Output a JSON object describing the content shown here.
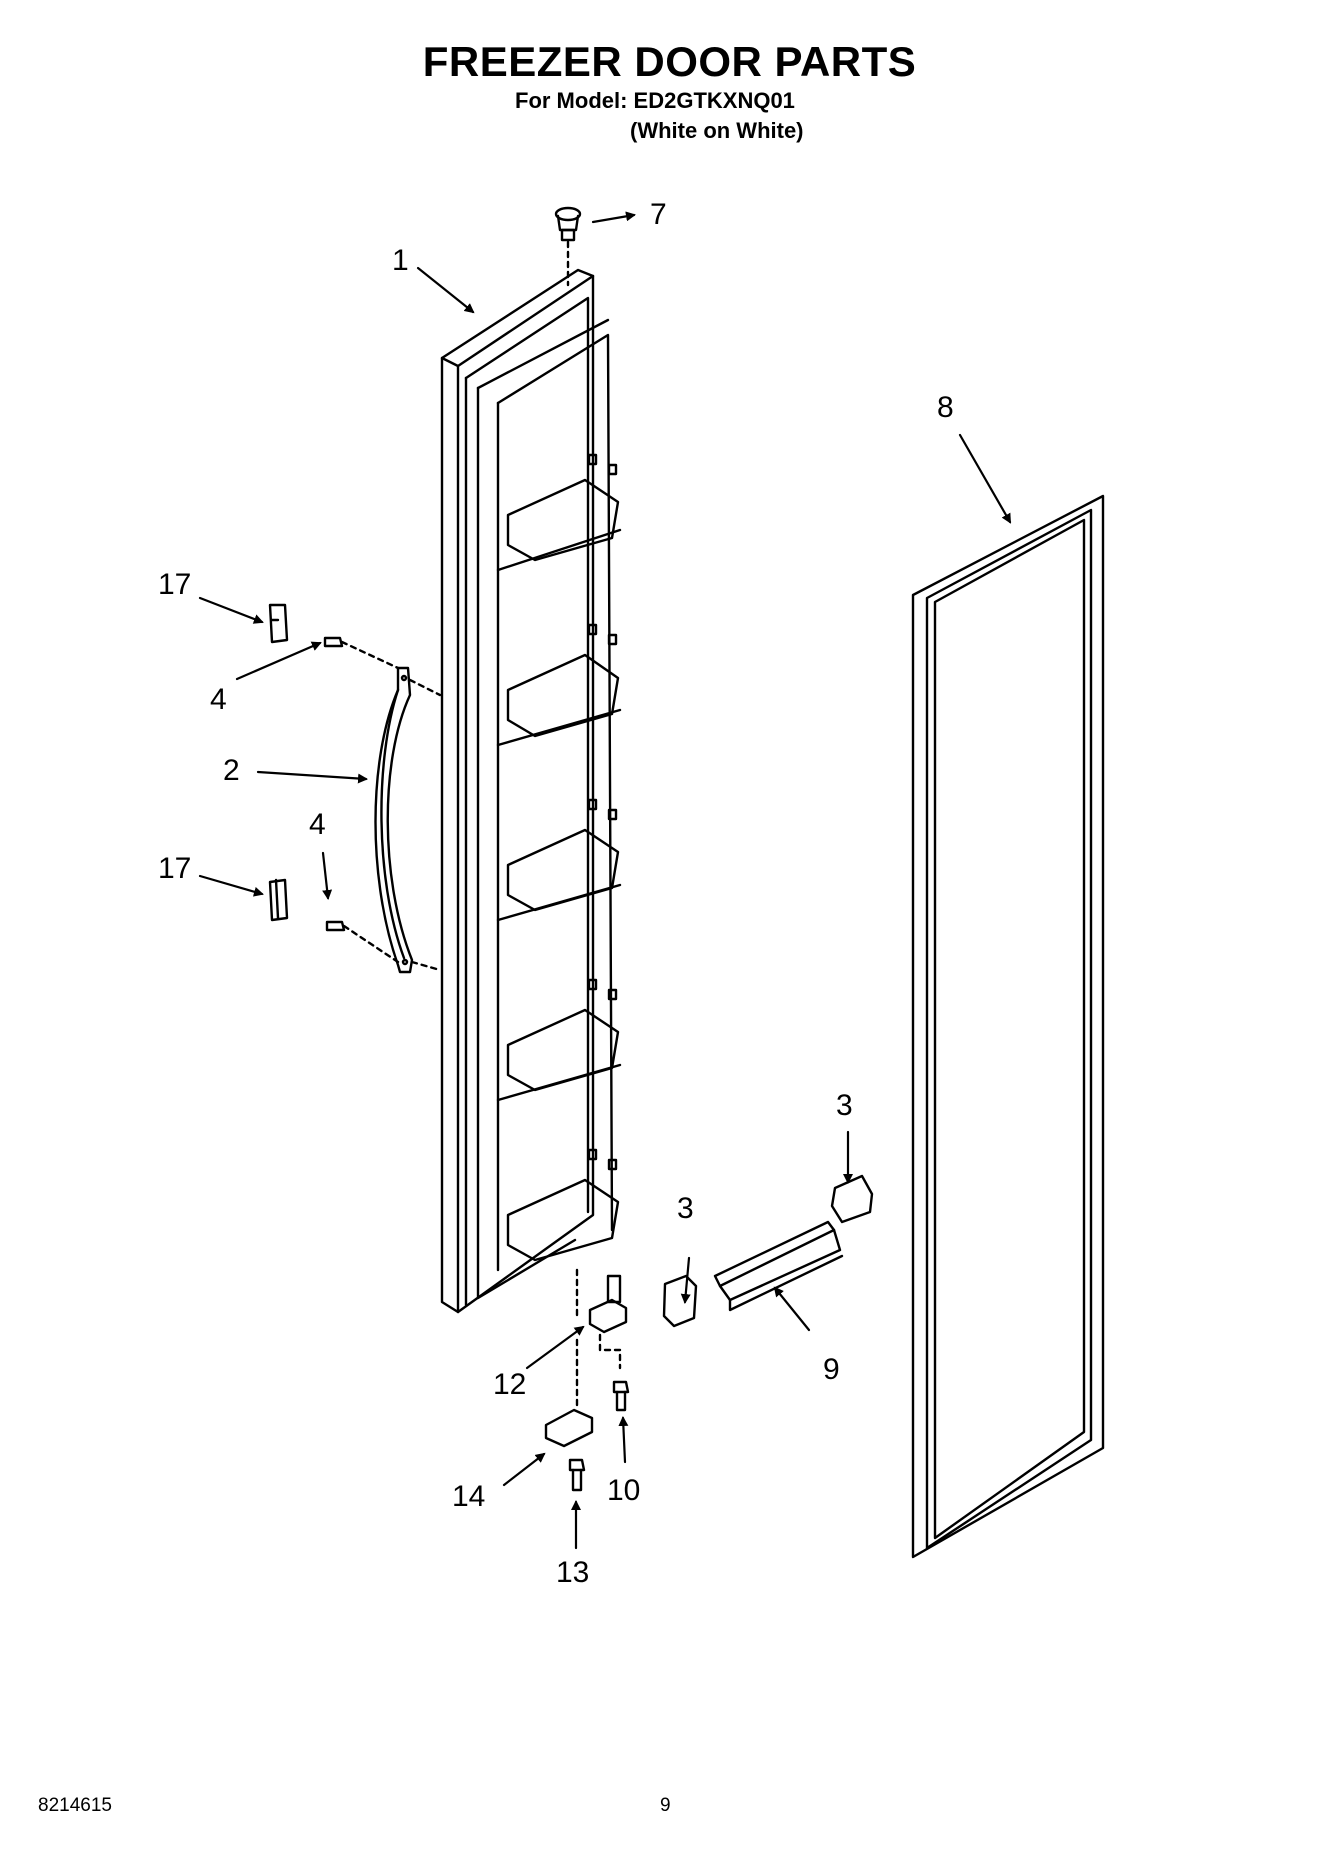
{
  "header": {
    "title": "FREEZER DOOR PARTS",
    "model_line": "For Model: ED2GTKXNQ01",
    "color_line": "(White on White)"
  },
  "callouts": {
    "c1": "1",
    "c2": "2",
    "c3a": "3",
    "c3b": "3",
    "c4a": "4",
    "c4b": "4",
    "c7": "7",
    "c8": "8",
    "c9": "9",
    "c10": "10",
    "c12": "12",
    "c13": "13",
    "c14": "14",
    "c17a": "17",
    "c17b": "17"
  },
  "footer": {
    "doc_number": "8214615",
    "page_number": "9"
  }
}
